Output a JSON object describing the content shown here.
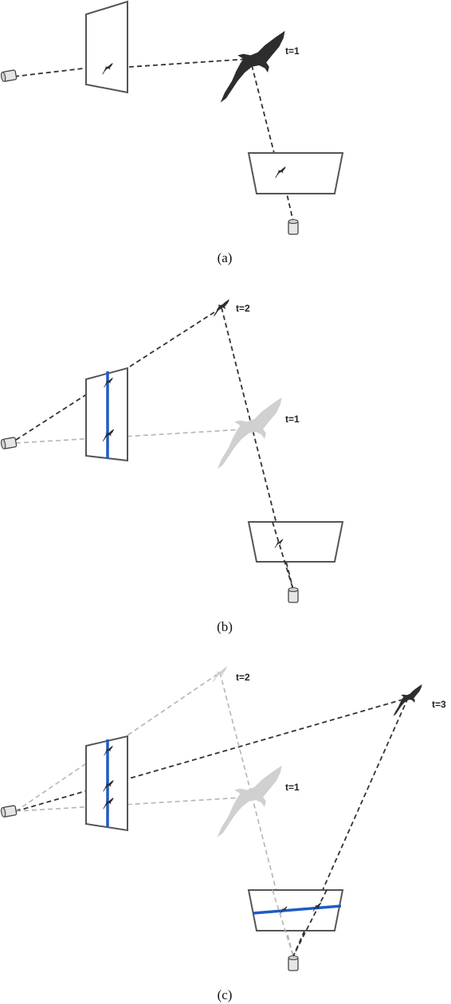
{
  "panels": [
    {
      "id": "a",
      "caption": "(a)",
      "labels": [
        "t=1"
      ]
    },
    {
      "id": "b",
      "caption": "(b)",
      "labels": [
        "t=2",
        "t=1"
      ]
    },
    {
      "id": "c",
      "caption": "(c)",
      "labels": [
        "t=2",
        "t=3",
        "t=1"
      ]
    }
  ],
  "colors": {
    "bird_dark": "#2d2d2d",
    "bird_faded": "#d0d0d0",
    "epipolar_line": "#1f5bc4",
    "ray_dark": "#333333",
    "ray_light": "#b5b5b5"
  },
  "icons": [
    "camera-icon",
    "bird-icon"
  ]
}
